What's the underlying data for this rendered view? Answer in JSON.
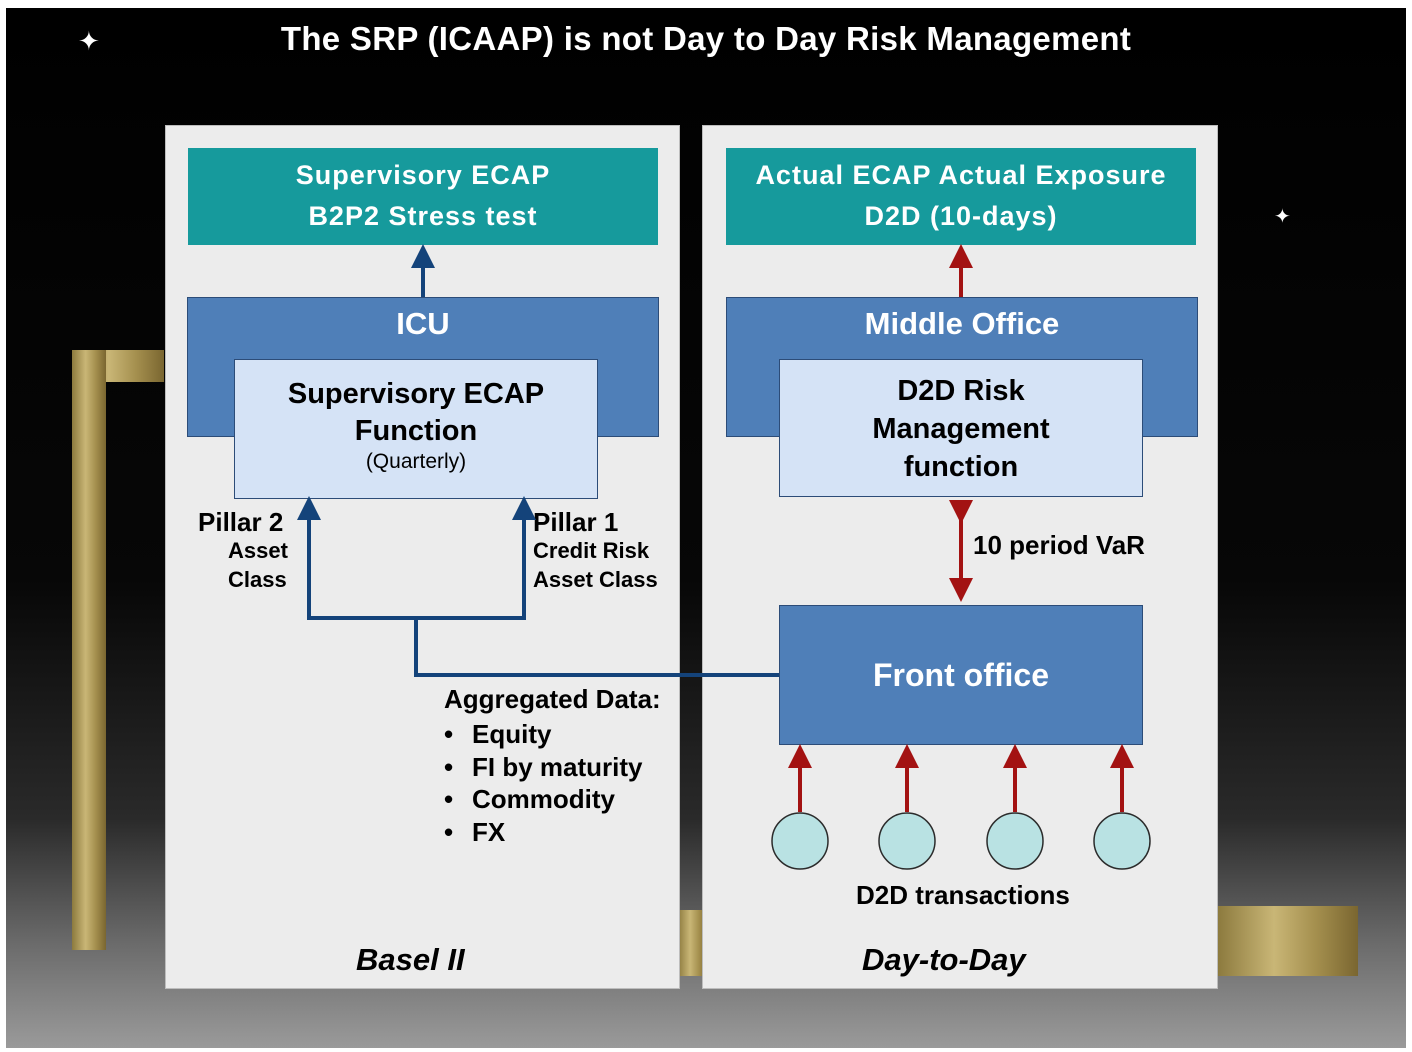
{
  "title": "The SRP (ICAAP) is not Day to Day Risk Management",
  "left_panel": {
    "top_box": {
      "line1": "Supervisory ECAP",
      "line2": "B2P2 Stress test"
    },
    "unit": "ICU",
    "function_box": {
      "line1": "Supervisory ECAP",
      "line2": "Function",
      "line3": "(Quarterly)"
    },
    "pillar2": {
      "title": "Pillar 2",
      "line1": "Asset",
      "line2": "Class"
    },
    "pillar1": {
      "title": "Pillar 1",
      "line1": "Credit Risk",
      "line2": "Asset Class"
    },
    "aggregated": {
      "title": "Aggregated Data:",
      "items": [
        "Equity",
        "FI by maturity",
        "Commodity",
        "FX"
      ]
    },
    "footer": "Basel II"
  },
  "right_panel": {
    "top_box": {
      "line1": "Actual ECAP Actual Exposure",
      "line2": "D2D (10-days)"
    },
    "unit": "Middle Office",
    "function_box": {
      "line1": "D2D Risk",
      "line2": "Management",
      "line3": "function"
    },
    "var_label": "10 period VaR",
    "front_office": "Front office",
    "transactions_label": "D2D transactions",
    "footer": "Day-to-Day"
  },
  "colors": {
    "teal": "#169a9c",
    "blue": "#4f7fb8",
    "light_blue": "#d5e3f6",
    "navy_arrow": "#14437a",
    "red_arrow": "#a31212",
    "circle": "#b9e2e3"
  }
}
